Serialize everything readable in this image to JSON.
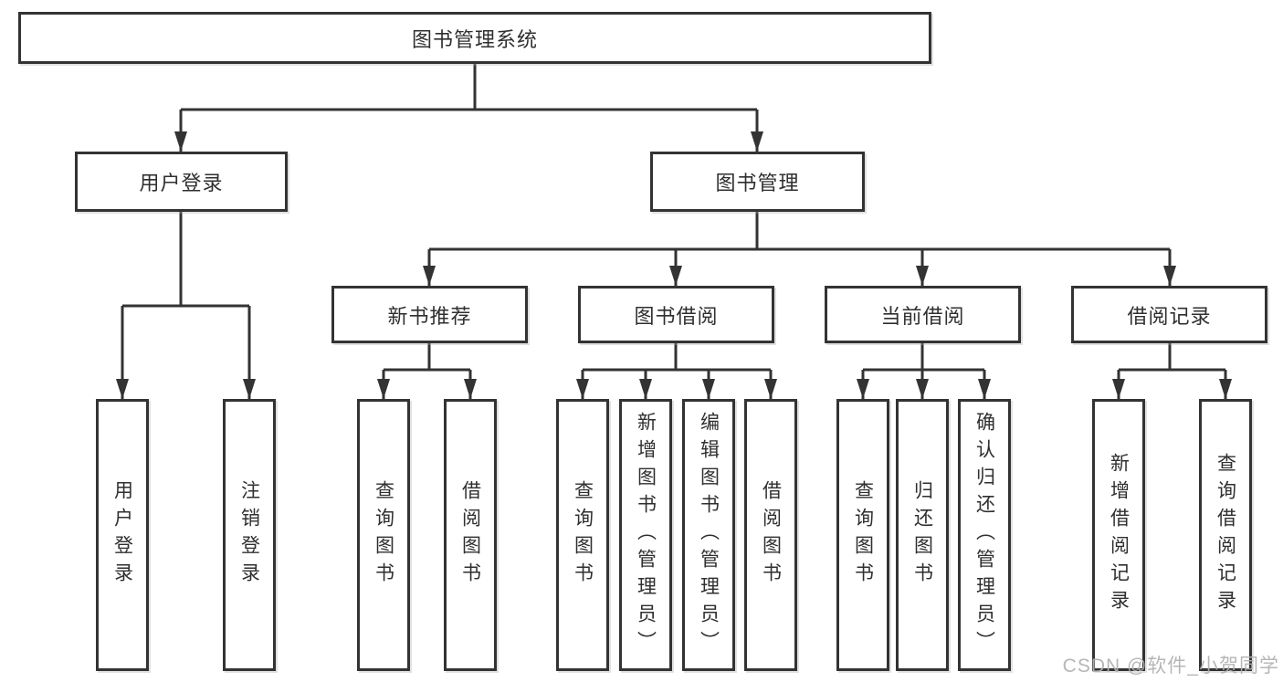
{
  "colors": {
    "line": "#333333",
    "box_border": "#333333",
    "text": "#2f2f2f",
    "background": "#ffffff",
    "watermark": "#b0b0b0"
  },
  "tree": {
    "root": {
      "label": "图书管理系统"
    },
    "branches": [
      {
        "label": "用户登录",
        "children": [
          {
            "label": "用户登录"
          },
          {
            "label": "注销登录"
          }
        ]
      },
      {
        "label": "图书管理",
        "sections": [
          {
            "label": "新书推荐",
            "children": [
              {
                "label": "查询图书"
              },
              {
                "label": "借阅图书"
              }
            ]
          },
          {
            "label": "图书借阅",
            "children": [
              {
                "label": "查询图书"
              },
              {
                "label": "新增图书（管理员）"
              },
              {
                "label": "编辑图书（管理员）"
              },
              {
                "label": "借阅图书"
              }
            ]
          },
          {
            "label": "当前借阅",
            "children": [
              {
                "label": "查询图书"
              },
              {
                "label": "归还图书"
              },
              {
                "label": "确认归还（管理员）"
              }
            ]
          },
          {
            "label": "借阅记录",
            "children": [
              {
                "label": "新增借阅记录"
              },
              {
                "label": "查询借阅记录"
              }
            ]
          }
        ]
      }
    ]
  },
  "watermark": {
    "text": "CSDN @软件_小贺同学"
  }
}
